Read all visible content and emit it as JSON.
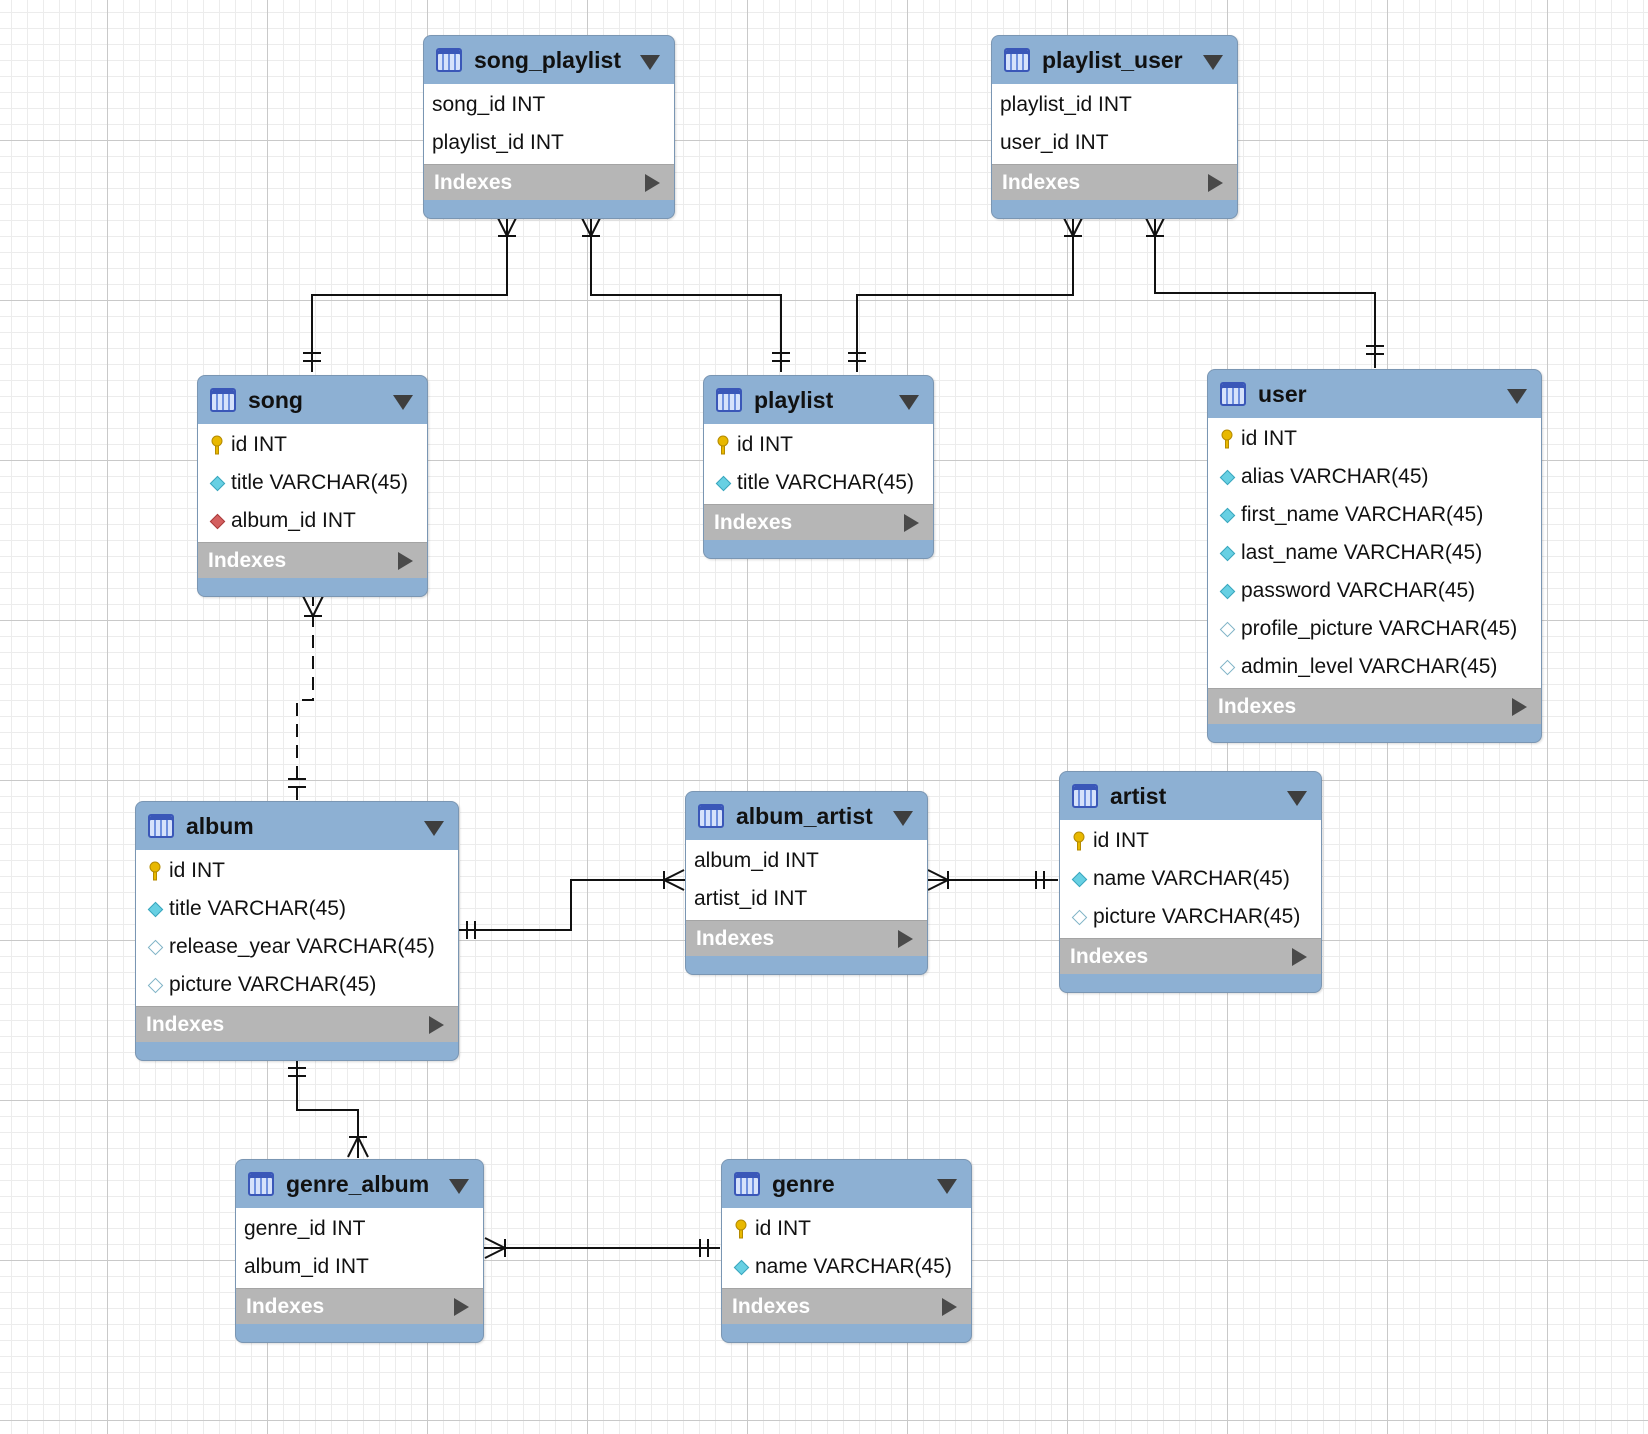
{
  "tables": {
    "song_playlist": {
      "name": "song_playlist",
      "columns": [
        {
          "label": "song_id INT",
          "icon": "none"
        },
        {
          "label": "playlist_id INT",
          "icon": "none"
        }
      ],
      "indexes_label": "Indexes"
    },
    "playlist_user": {
      "name": "playlist_user",
      "columns": [
        {
          "label": "playlist_id INT",
          "icon": "none"
        },
        {
          "label": "user_id INT",
          "icon": "none"
        }
      ],
      "indexes_label": "Indexes"
    },
    "song": {
      "name": "song",
      "columns": [
        {
          "label": "id INT",
          "icon": "primary-key-icon"
        },
        {
          "label": "title VARCHAR(45)",
          "icon": "not-null-column-icon"
        },
        {
          "label": "album_id INT",
          "icon": "foreign-key-icon"
        }
      ],
      "indexes_label": "Indexes"
    },
    "playlist": {
      "name": "playlist",
      "columns": [
        {
          "label": "id INT",
          "icon": "primary-key-icon"
        },
        {
          "label": "title VARCHAR(45)",
          "icon": "not-null-column-icon"
        }
      ],
      "indexes_label": "Indexes"
    },
    "user": {
      "name": "user",
      "columns": [
        {
          "label": "id INT",
          "icon": "primary-key-icon"
        },
        {
          "label": "alias VARCHAR(45)",
          "icon": "not-null-column-icon"
        },
        {
          "label": "first_name VARCHAR(45)",
          "icon": "not-null-column-icon"
        },
        {
          "label": "last_name VARCHAR(45)",
          "icon": "not-null-column-icon"
        },
        {
          "label": "password VARCHAR(45)",
          "icon": "not-null-column-icon"
        },
        {
          "label": "profile_picture VARCHAR(45)",
          "icon": "nullable-column-icon"
        },
        {
          "label": "admin_level VARCHAR(45)",
          "icon": "nullable-column-icon"
        }
      ],
      "indexes_label": "Indexes"
    },
    "album": {
      "name": "album",
      "columns": [
        {
          "label": "id INT",
          "icon": "primary-key-icon"
        },
        {
          "label": "title VARCHAR(45)",
          "icon": "not-null-column-icon"
        },
        {
          "label": "release_year VARCHAR(45)",
          "icon": "nullable-column-icon"
        },
        {
          "label": "picture VARCHAR(45)",
          "icon": "nullable-column-icon"
        }
      ],
      "indexes_label": "Indexes"
    },
    "album_artist": {
      "name": "album_artist",
      "columns": [
        {
          "label": "album_id INT",
          "icon": "none"
        },
        {
          "label": "artist_id INT",
          "icon": "none"
        }
      ],
      "indexes_label": "Indexes"
    },
    "artist": {
      "name": "artist",
      "columns": [
        {
          "label": "id INT",
          "icon": "primary-key-icon"
        },
        {
          "label": "name VARCHAR(45)",
          "icon": "not-null-column-icon"
        },
        {
          "label": "picture VARCHAR(45)",
          "icon": "nullable-column-icon"
        }
      ],
      "indexes_label": "Indexes"
    },
    "genre_album": {
      "name": "genre_album",
      "columns": [
        {
          "label": "genre_id INT",
          "icon": "none"
        },
        {
          "label": "album_id INT",
          "icon": "none"
        }
      ],
      "indexes_label": "Indexes"
    },
    "genre": {
      "name": "genre",
      "columns": [
        {
          "label": "id INT",
          "icon": "primary-key-icon"
        },
        {
          "label": "name VARCHAR(45)",
          "icon": "not-null-column-icon"
        }
      ],
      "indexes_label": "Indexes"
    }
  },
  "relationships": [
    {
      "from": "song",
      "from_cardinality": "one",
      "to": "song_playlist",
      "to_cardinality": "many",
      "line": "solid"
    },
    {
      "from": "playlist",
      "from_cardinality": "one",
      "to": "song_playlist",
      "to_cardinality": "many",
      "line": "solid"
    },
    {
      "from": "playlist",
      "from_cardinality": "one",
      "to": "playlist_user",
      "to_cardinality": "many",
      "line": "solid"
    },
    {
      "from": "user",
      "from_cardinality": "one",
      "to": "playlist_user",
      "to_cardinality": "many",
      "line": "solid"
    },
    {
      "from": "album",
      "from_cardinality": "one",
      "to": "song",
      "to_cardinality": "many",
      "line": "dashed"
    },
    {
      "from": "album",
      "from_cardinality": "one",
      "to": "album_artist",
      "to_cardinality": "many",
      "line": "solid"
    },
    {
      "from": "artist",
      "from_cardinality": "one",
      "to": "album_artist",
      "to_cardinality": "many",
      "line": "solid"
    },
    {
      "from": "album",
      "from_cardinality": "one",
      "to": "genre_album",
      "to_cardinality": "many",
      "line": "solid"
    },
    {
      "from": "genre",
      "from_cardinality": "one",
      "to": "genre_album",
      "to_cardinality": "many",
      "line": "solid"
    }
  ],
  "colors": {
    "table_header": "#8db0d3",
    "indexes_bar": "#b6b6b6",
    "connector": "#111111",
    "primary_key": "#e8b800",
    "column_diamond": "#67d0e3",
    "foreign_key": "#d46060"
  }
}
